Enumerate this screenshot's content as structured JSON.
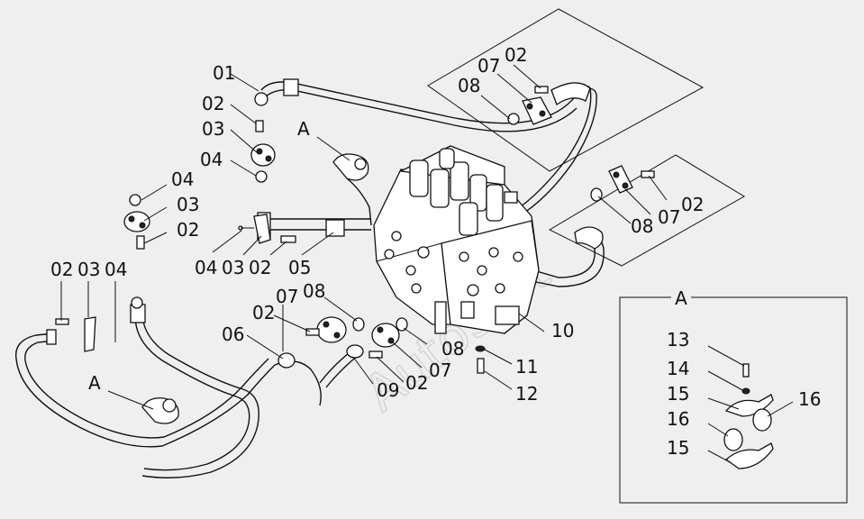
{
  "watermark": "AutoSoft",
  "detail_box_title": "A",
  "view_refs": [
    "A",
    "A"
  ],
  "callouts_main": [
    {
      "id": "c01",
      "text": "01"
    },
    {
      "id": "c02a",
      "text": "02"
    },
    {
      "id": "c03a",
      "text": "03"
    },
    {
      "id": "c04a",
      "text": "04"
    },
    {
      "id": "c04b",
      "text": "04"
    },
    {
      "id": "c03b",
      "text": "03"
    },
    {
      "id": "c02b",
      "text": "02"
    },
    {
      "id": "c04c",
      "text": "04"
    },
    {
      "id": "c03c",
      "text": "03"
    },
    {
      "id": "c02c",
      "text": "02"
    },
    {
      "id": "c05",
      "text": "05"
    },
    {
      "id": "c02d",
      "text": "02"
    },
    {
      "id": "c03d",
      "text": "03"
    },
    {
      "id": "c04d",
      "text": "04"
    },
    {
      "id": "c02e",
      "text": "02"
    },
    {
      "id": "c07a",
      "text": "07"
    },
    {
      "id": "c08a",
      "text": "08"
    },
    {
      "id": "c06",
      "text": "06"
    },
    {
      "id": "c08b",
      "text": "08"
    },
    {
      "id": "c07b",
      "text": "07"
    },
    {
      "id": "c02f",
      "text": "02"
    },
    {
      "id": "c09",
      "text": "09"
    },
    {
      "id": "c10",
      "text": "10"
    },
    {
      "id": "c11",
      "text": "11"
    },
    {
      "id": "c12",
      "text": "12"
    },
    {
      "id": "c02g",
      "text": "02"
    },
    {
      "id": "c07c",
      "text": "07"
    },
    {
      "id": "c08c",
      "text": "08"
    },
    {
      "id": "c02h",
      "text": "02"
    },
    {
      "id": "c07d",
      "text": "07"
    },
    {
      "id": "c08d",
      "text": "08"
    }
  ],
  "callouts_detail": [
    {
      "id": "d13",
      "text": "13"
    },
    {
      "id": "d14",
      "text": "14"
    },
    {
      "id": "d15a",
      "text": "15"
    },
    {
      "id": "d16a",
      "text": "16"
    },
    {
      "id": "d16b",
      "text": "16"
    },
    {
      "id": "d15b",
      "text": "15"
    }
  ]
}
